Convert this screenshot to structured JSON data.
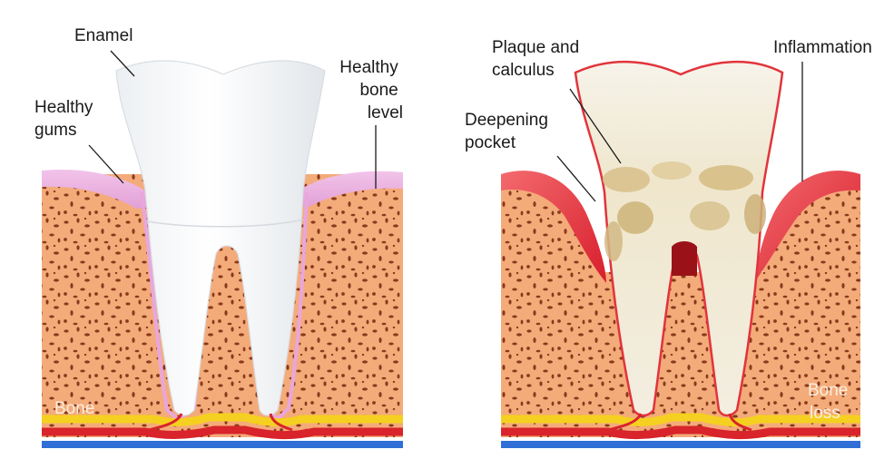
{
  "left_panel": {
    "labels": {
      "enamel": "Enamel",
      "healthy_gums_line1": "Healthy",
      "healthy_gums_line2": "gums",
      "healthy_bone_line1": "Healthy",
      "healthy_bone_line2": "bone",
      "healthy_bone_line3": "level",
      "bone": "Bone"
    }
  },
  "right_panel": {
    "labels": {
      "plaque_line1": "Plaque and",
      "plaque_line2": "calculus",
      "inflammation": "Inflammation",
      "pocket_line1": "Deepening",
      "pocket_line2": "pocket",
      "bone_loss_line1": "Bone",
      "bone_loss_line2": "loss"
    }
  },
  "colors": {
    "bone": "#f4ab7a",
    "bone_spots": "#8a3a1c",
    "healthy_gum": "#e9a6dc",
    "inflamed_gum": "#e8313d",
    "tooth_enamel": "#ffffff",
    "plaque": "#e4d0a0",
    "nerve_yellow": "#f5d020",
    "artery_red": "#d8242a",
    "vein_blue": "#2f6fd6"
  }
}
